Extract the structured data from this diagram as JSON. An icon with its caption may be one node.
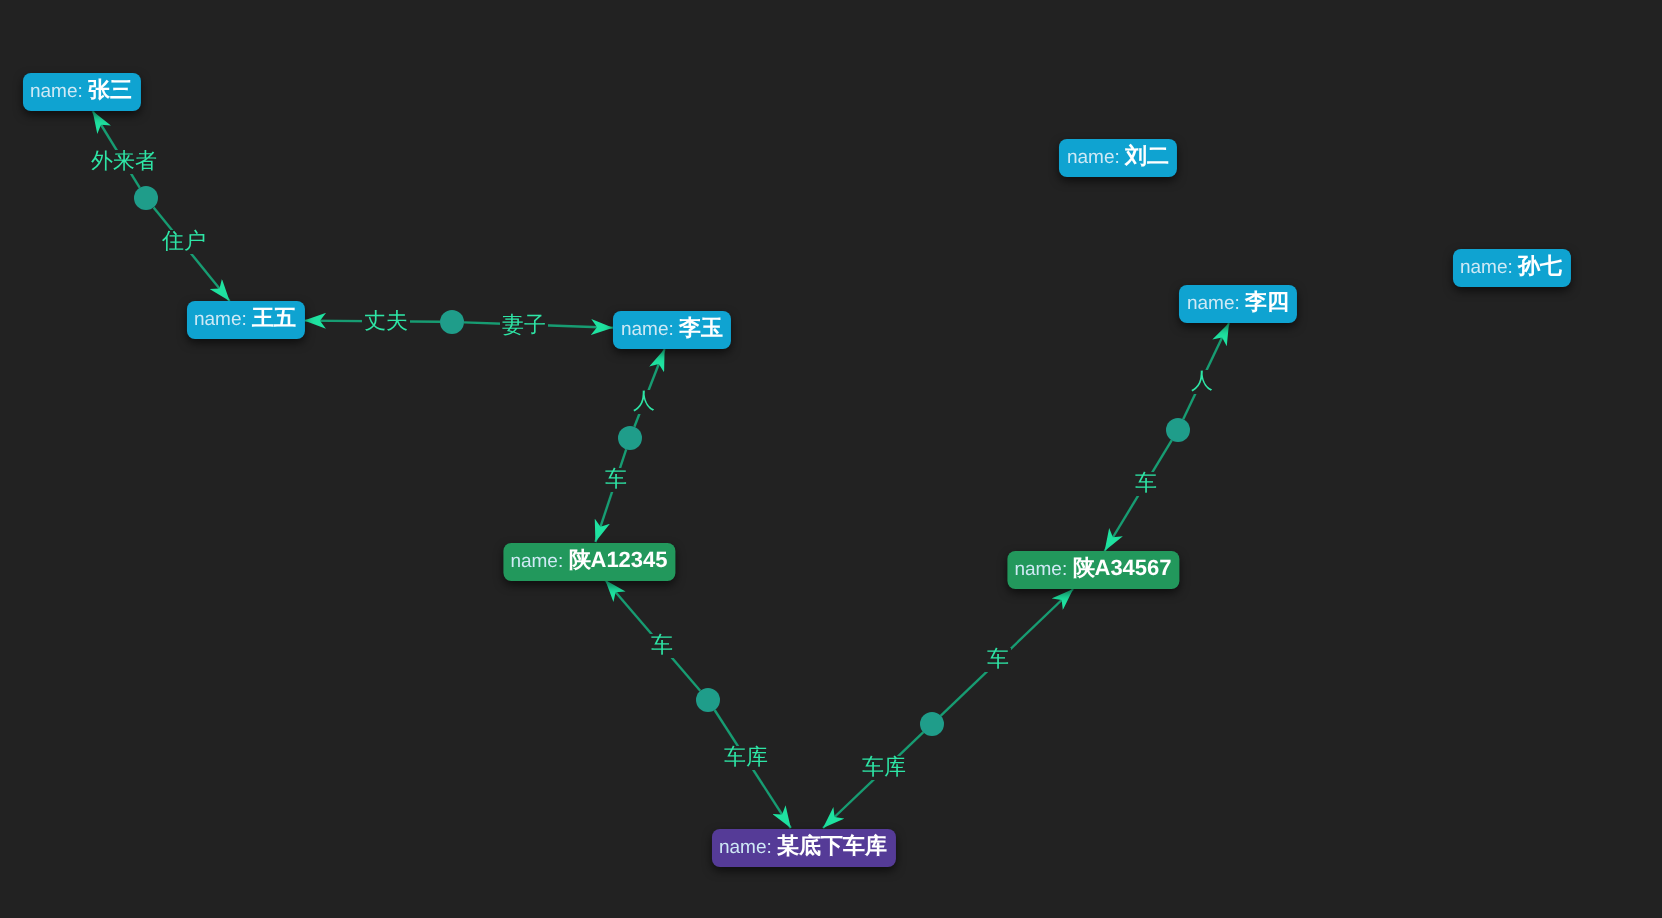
{
  "diagram": {
    "nodes": [
      {
        "text": [
          "name: **张三**"
        ]
      },
      {
        "text": [
          "name: **刘二**"
        ]
      },
      {
        "text": [],
        "shape": "circle"
      },
      {
        "text": [
          "name: **孙七**"
        ]
      },
      {
        "text": [
          "name: **李四**"
        ]
      },
      {
        "text": [
          "name: **王五**"
        ]
      },
      {
        "text": [],
        "shape": "circle"
      },
      {
        "text": [
          "name: **李玉**"
        ]
      },
      {
        "text": [],
        "shape": "circle"
      },
      {
        "text": [],
        "shape": "circle"
      },
      {
        "text": [
          "name: **陕A12345**"
        ]
      },
      {
        "text": [
          "name: **陕A34567**"
        ]
      },
      {
        "text": [],
        "shape": "circle"
      },
      {
        "text": [],
        "shape": "circle"
      },
      {
        "text": [
          "name: **某底下车库**"
        ]
      }
    ],
    "edges": [
      {
        "from": 2,
        "to": 0,
        "arrow": "to",
        "label": "外来者"
      },
      {
        "from": 2,
        "to": 5,
        "arrow": "to",
        "label": "住户"
      },
      {
        "from": 6,
        "to": 5,
        "arrow": "to",
        "label": "丈夫"
      },
      {
        "from": 6,
        "to": 7,
        "arrow": "to",
        "label": "妻子"
      },
      {
        "from": 9,
        "to": 7,
        "arrow": "to",
        "label": "人"
      },
      {
        "from": 9,
        "to": 10,
        "arrow": "to",
        "label": "车"
      },
      {
        "from": 12,
        "to": 10,
        "arrow": "to",
        "label": "车"
      },
      {
        "from": 12,
        "to": 14,
        "arrow": "to",
        "label": "车库"
      },
      {
        "from": 13,
        "to": 11,
        "arrow": "to",
        "label": "车"
      },
      {
        "from": 13,
        "to": 14,
        "arrow": "to",
        "label": "车库"
      },
      {
        "from": 8,
        "to": 4,
        "arrow": "to",
        "label": "人"
      },
      {
        "from": 8,
        "to": 11,
        "arrow": "to",
        "label": "车"
      }
    ]
  }
}
